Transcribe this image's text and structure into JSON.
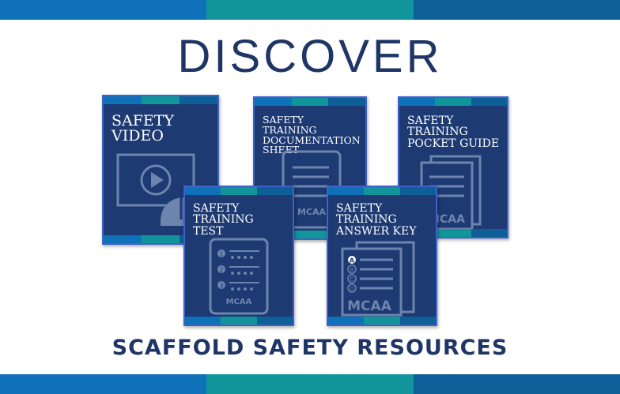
{
  "headline": "DISCOVER",
  "subheadline": "SCAFFOLD SAFETY RESOURCES",
  "colors": {
    "navy": "#1d3a72",
    "blue": "#0f72b8",
    "teal": "#11959a",
    "dark_blue": "#0e5f98",
    "icon": "#6d84ad"
  },
  "cards": {
    "video": {
      "title": "SAFETY\nVIDEO",
      "icon": "video-player-with-hardhat-icon"
    },
    "documentation": {
      "title": "SAFETY TRAINING\nDOCUMENTATION\nSHEET",
      "brand": "MCAA",
      "icon": "tablet-document-icon"
    },
    "pocket_guide": {
      "title": "SAFETY\nTRAINING\nPOCKET GUIDE",
      "brand": "MCAA",
      "icon": "stacked-pages-icon"
    },
    "test": {
      "title": "SAFETY\nTRAINING\nTEST",
      "brand": "MCAA",
      "question_numbers": [
        "1",
        "2",
        "3"
      ],
      "icon": "tablet-quiz-icon"
    },
    "answer_key": {
      "title": "SAFETY\nTRAINING\nANSWER KEY",
      "brand": "MCAA",
      "options": [
        "A",
        "B",
        "C",
        "D"
      ],
      "icon": "answer-sheet-icon"
    }
  }
}
